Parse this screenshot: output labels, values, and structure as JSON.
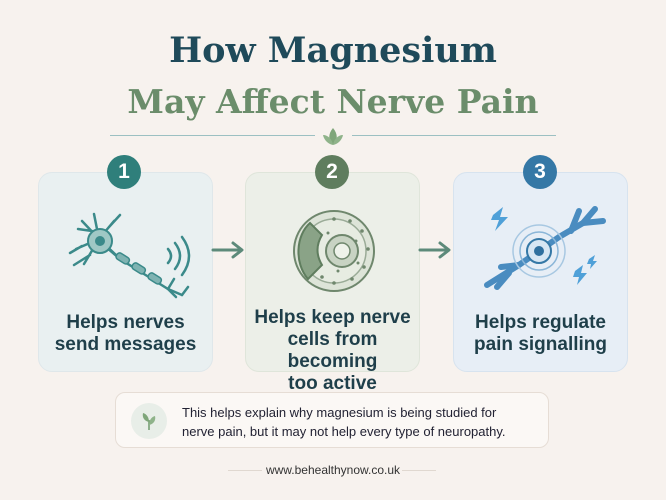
{
  "title": {
    "line1": "How Magnesium",
    "line2": "May Affect Nerve Pain"
  },
  "steps": [
    {
      "number": "1",
      "text_lines": [
        "Helps nerves",
        "send messages"
      ],
      "icon": "neuron-signal-icon",
      "color": "#2f7f7b"
    },
    {
      "number": "2",
      "text_lines": [
        "Helps keep nerve",
        "cells from becoming",
        "too active"
      ],
      "icon": "nerve-cell-cross-section-icon",
      "color": "#5f7d5e"
    },
    {
      "number": "3",
      "text_lines": [
        "Helps regulate",
        "pain signalling"
      ],
      "icon": "pain-signal-nerve-icon",
      "color": "#3578a6"
    }
  ],
  "note": {
    "line1": "This helps explain why magnesium is being studied for",
    "line2": "nerve pain, but it may not help every type of neuropathy.",
    "icon": "leaf-icon"
  },
  "footer": {
    "website": "www.behealthynow.co.uk"
  },
  "colors": {
    "background": "#f7f2ee",
    "title_dark": "#1f4a5a",
    "title_green": "#6b8d6b",
    "arrow": "#5d8a7a"
  }
}
